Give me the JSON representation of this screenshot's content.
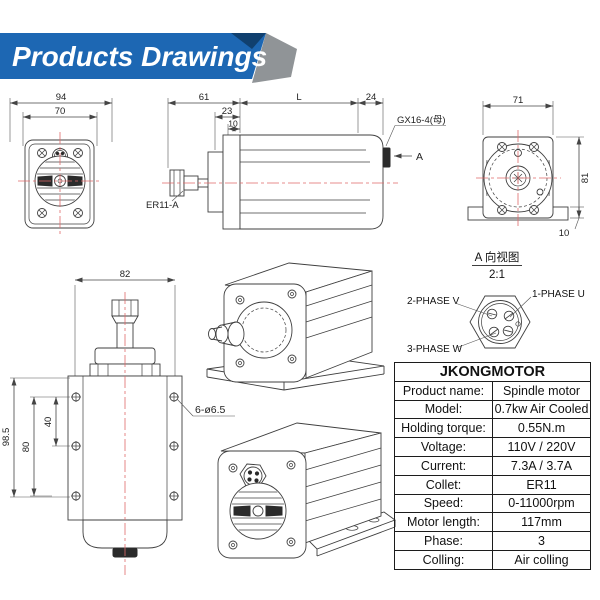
{
  "banner": {
    "title": "Products Drawings",
    "blue": "#1d67b3",
    "navy": "#10406f",
    "gray": "#909497"
  },
  "colors": {
    "line": "#3f3f3f",
    "centerline": "#e06a6a"
  },
  "front_view": {
    "dim_outer_width": "94",
    "dim_inner_width": "70"
  },
  "side_view": {
    "dim_61": "61",
    "dim_23": "23",
    "dim_10": "10",
    "dim_L": "L",
    "dim_24": "24",
    "connector_label": "GX16-4(母)",
    "view_arrow_label": "A",
    "collet_label": "ER11-A"
  },
  "rear_view": {
    "dim_71": "71",
    "dim_81": "81",
    "dim_10": "10"
  },
  "detail_view": {
    "title": "A 向视图",
    "scale": "2:1",
    "pin_u": "1-PHASE U",
    "pin_v": "2-PHASE V",
    "pin_w": "3-PHASE W"
  },
  "bottom_view": {
    "dim_82": "82",
    "dim_98_5": "98.5",
    "dim_80": "80",
    "dim_40": "40",
    "holes_label": "6-ø6.5"
  },
  "spec_table": {
    "header": "JKONGMOTOR",
    "rows": [
      {
        "label": "Product name:",
        "value": "Spindle motor"
      },
      {
        "label": "Model:",
        "value": "0.7kw Air Cooled"
      },
      {
        "label": "Holding torque:",
        "value": "0.55N.m"
      },
      {
        "label": "Voltage:",
        "value": "110V / 220V"
      },
      {
        "label": "Current:",
        "value": "7.3A / 3.7A"
      },
      {
        "label": "Collet:",
        "value": "ER11"
      },
      {
        "label": "Speed:",
        "value": "0-11000rpm"
      },
      {
        "label": "Motor length:",
        "value": "117mm"
      },
      {
        "label": "Phase:",
        "value": "3"
      },
      {
        "label": "Colling:",
        "value": "Air colling"
      }
    ]
  }
}
